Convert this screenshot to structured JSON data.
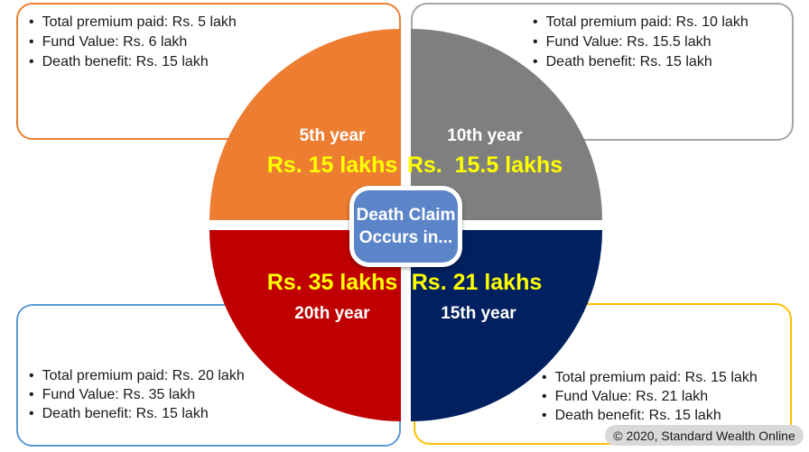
{
  "bullet": "•",
  "center_label": {
    "line1": "Death Claim",
    "line2": "Occurs in..."
  },
  "quadrants": {
    "y5": {
      "year": "5th year",
      "value": "Rs. 15 lakhs",
      "color": "#ED7D31"
    },
    "y10": {
      "year": "10th year",
      "value": "Rs.  15.5 lakhs",
      "color": "#7F7F7F"
    },
    "y15": {
      "year": "15th year",
      "value": "Rs. 21 lakhs",
      "color": "#002060"
    },
    "y20": {
      "year": "20th year",
      "value": "Rs. 35 lakhs",
      "color": "#C00000"
    }
  },
  "callouts": {
    "y5": {
      "border_color": "#ED7D31",
      "items": [
        "Total premium paid: Rs. 5 lakh",
        "Fund Value: Rs. 6 lakh",
        "Death benefit: Rs. 15 lakh"
      ]
    },
    "y10": {
      "border_color": "#A6A6A6",
      "items": [
        "Total premium paid: Rs. 10 lakh",
        "Fund Value: Rs. 15.5 lakh",
        "Death benefit: Rs. 15 lakh"
      ]
    },
    "y20": {
      "border_color": "#5B9BD5",
      "items": [
        "Total premium paid: Rs. 20 lakh",
        "Fund Value: Rs. 35 lakh",
        "Death benefit: Rs. 15 lakh"
      ]
    },
    "y15": {
      "border_color": "#FFC000",
      "items": [
        "Total premium paid: Rs. 15 lakh",
        "Fund Value: Rs. 21 lakh",
        "Death benefit: Rs. 15 lakh"
      ]
    }
  },
  "footer": {
    "copyright": "© 2020, Standard Wealth Online",
    "badge_bg": "#D9D9D9"
  },
  "colors": {
    "value_text": "#FFFF00",
    "year_text": "#FFFFFF",
    "center_box": "#5B84C9"
  }
}
